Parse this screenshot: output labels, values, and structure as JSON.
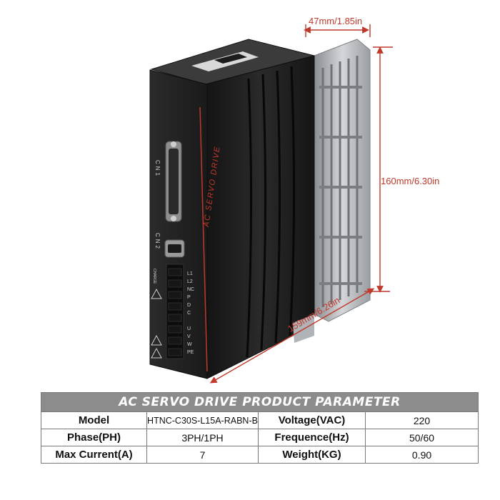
{
  "dimensions": {
    "width": "47mm/1.85in",
    "height": "160mm/6.30in",
    "depth": "159mm/6.26in"
  },
  "device": {
    "brand_text": "AC SERVO DRIVE",
    "port_cn1": "CN1",
    "port_cn2": "CN2",
    "charge": "CHARGE",
    "terminals": [
      "L1",
      "L2",
      "NC",
      "P",
      "D",
      "C",
      "U",
      "V",
      "W",
      "PE"
    ]
  },
  "table": {
    "title": "AC SERVO DRIVE PRODUCT PARAMETER",
    "rows": [
      {
        "label1": "Model",
        "value1": "HTNC-C30S-L15A-RABN-B",
        "label2": "Voltage(VAC)",
        "value2": "220"
      },
      {
        "label1": "Phase(PH)",
        "value1": "3PH/1PH",
        "label2": "Frequence(Hz)",
        "value2": "50/60"
      },
      {
        "label1": "Max Current(A)",
        "value1": "7",
        "label2": "Weight(KG)",
        "value2": "0.90"
      }
    ]
  },
  "colors": {
    "accent": "#c0392b",
    "header_bg": "#8c8c8c",
    "device_body": "#1f1f1f",
    "heatsink": "#b9bcc0"
  }
}
